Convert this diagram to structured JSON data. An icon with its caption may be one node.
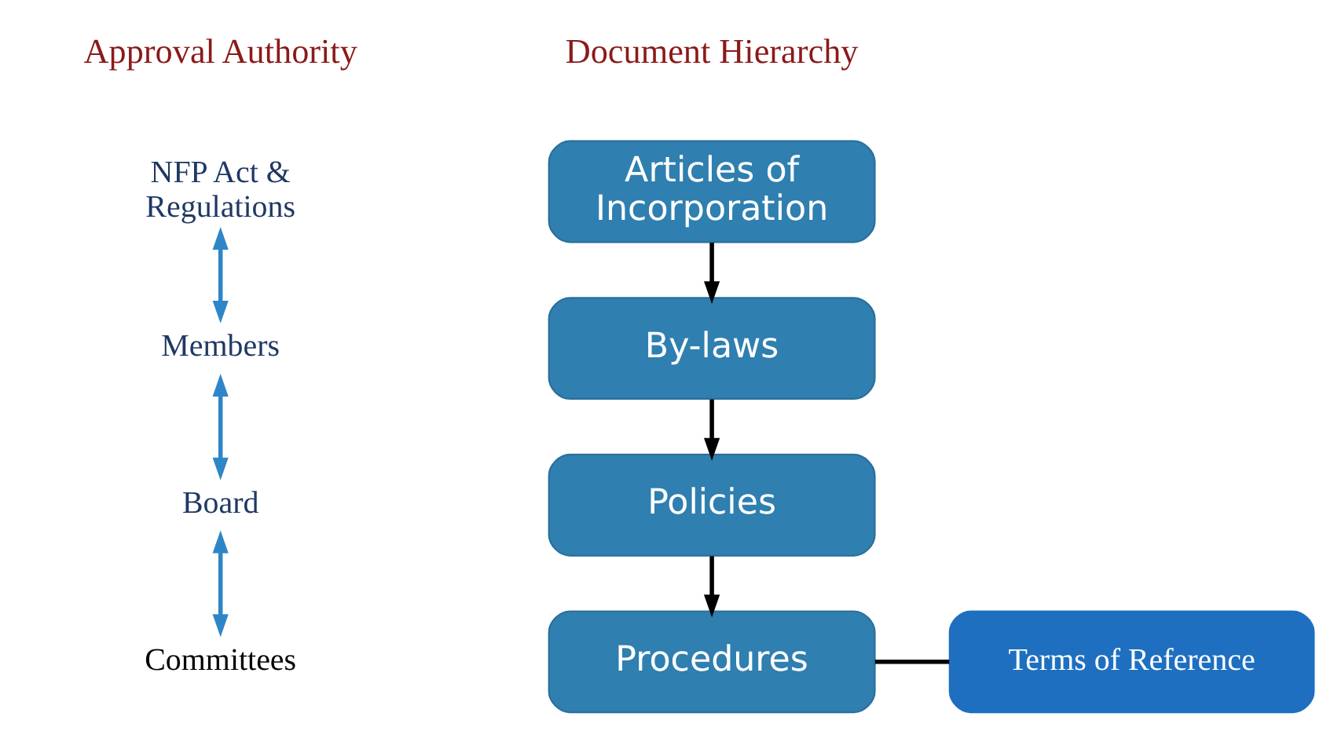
{
  "diagram": {
    "nodes": [
      {
        "text": [
          "NFP Act & Regulations"
        ]
      },
      {
        "text": [
          "Members"
        ]
      },
      {
        "text": [
          "Board"
        ]
      },
      {
        "text": [
          "Committees"
        ]
      },
      {
        "text": [
          "Articles of Incorporation"
        ]
      },
      {
        "text": [
          "By-laws"
        ]
      },
      {
        "text": [
          "Policies"
        ]
      },
      {
        "text": [
          "Procedures"
        ]
      },
      {
        "text": [
          "Terms of Reference"
        ]
      }
    ],
    "edges": [
      {
        "from": 0,
        "to": 1,
        "arrow": "both",
        "color": "#2e86c8"
      },
      {
        "from": 1,
        "to": 2,
        "arrow": "both",
        "color": "#2e86c8"
      },
      {
        "from": 2,
        "to": 3,
        "arrow": "both",
        "color": "#2e86c8"
      },
      {
        "from": 4,
        "to": 5,
        "arrow": "to"
      },
      {
        "from": 5,
        "to": 6,
        "arrow": "to"
      },
      {
        "from": 6,
        "to": 7,
        "arrow": "to"
      },
      {
        "from": 7,
        "to": 8,
        "arrow": "none"
      }
    ],
    "labels": [
      "Approval Authority",
      "Document Hierarchy"
    ]
  }
}
